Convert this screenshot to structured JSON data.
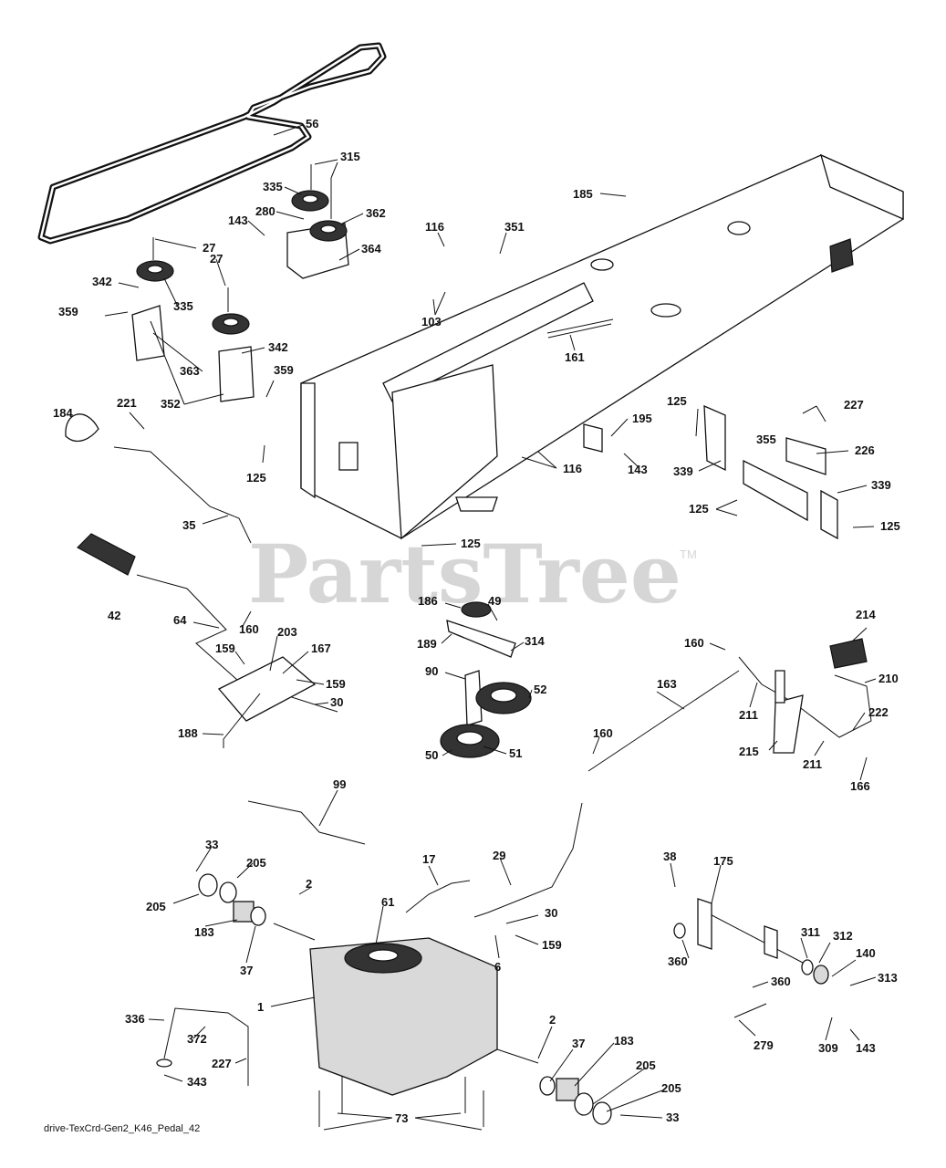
{
  "watermark": {
    "text": "PartsTree",
    "tm": "TM"
  },
  "diagram_id": "drive-TexCrd-Gen2_K46_Pedal_42",
  "parts": {
    "p56": "56",
    "p315": "315",
    "p335a": "335",
    "p280": "280",
    "p362": "362",
    "p143a": "143",
    "p364": "364",
    "p27a": "27",
    "p27b": "27",
    "p342a": "342",
    "p335b": "335",
    "p359a": "359",
    "p342b": "342",
    "p363": "363",
    "p359b": "359",
    "p352": "352",
    "p116a": "116",
    "p351": "351",
    "p103": "103",
    "p185": "185",
    "p161": "161",
    "p184": "184",
    "p221": "221",
    "p125a": "125",
    "p35": "35",
    "p125b": "125",
    "p195": "195",
    "p143b": "143",
    "p116b": "116",
    "p125c": "125",
    "p227": "227",
    "p355": "355",
    "p226": "226",
    "p339a": "339",
    "p339b": "339",
    "p125d": "125",
    "p125e": "125",
    "p42": "42",
    "p64": "64",
    "p160a": "160",
    "p159a": "159",
    "p203": "203",
    "p167": "167",
    "p159b": "159",
    "p30a": "30",
    "p188": "188",
    "p186": "186",
    "p49": "49",
    "p189": "189",
    "p314": "314",
    "p90": "90",
    "p52": "52",
    "p50": "50",
    "p51": "51",
    "p214": "214",
    "p160b": "160",
    "p163": "163",
    "p210": "210",
    "p211a": "211",
    "p222": "222",
    "p215": "215",
    "p211b": "211",
    "p166": "166",
    "p160c": "160",
    "p99": "99",
    "p33a": "33",
    "p205a": "205",
    "p205b": "205",
    "p2a": "2",
    "p183a": "183",
    "p37a": "37",
    "p17": "17",
    "p29": "29",
    "p30b": "30",
    "p159c": "159",
    "p61": "61",
    "p6": "6",
    "p1": "1",
    "p38": "38",
    "p175": "175",
    "p360a": "360",
    "p311": "311",
    "p312": "312",
    "p140": "140",
    "p313": "313",
    "p360b": "360",
    "p279": "279",
    "p309": "309",
    "p143c": "143",
    "p336": "336",
    "p372": "372",
    "p227b": "227",
    "p343": "343",
    "p2b": "2",
    "p37b": "37",
    "p183b": "183",
    "p205c": "205",
    "p205d": "205",
    "p33b": "33",
    "p73": "73"
  }
}
